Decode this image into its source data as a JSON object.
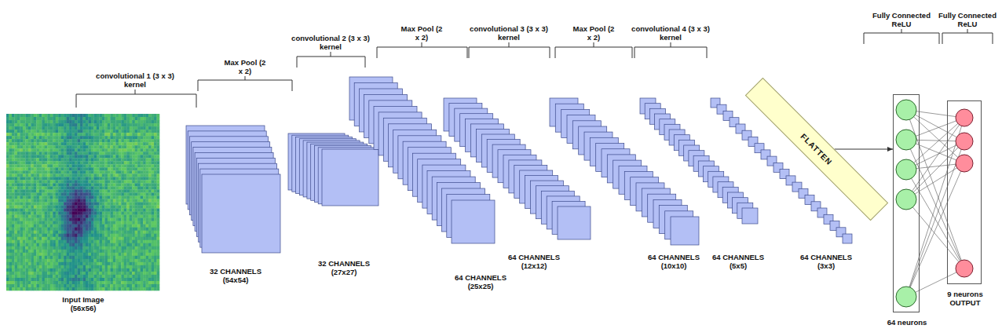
{
  "diagram": {
    "nodes": [
      {
        "text": [
          "FLATTEN"
        ]
      },
      {
        "text": [
          "64 neurons"
        ]
      },
      {
        "text": [
          "9 neurons OUTPUT"
        ]
      }
    ],
    "edges": [
      {
        "from": 0,
        "to": 1,
        "arrow": "to"
      }
    ],
    "labels": [
      "convolutional 1 (3 x 3) kernel",
      "Max Pool (2 x 2)",
      "convolutional 2 (3 x 3) kernel",
      "Max Pool (2 x 2)",
      "convolutional 3 (3 x 3) kernel",
      "Max Pool (2 x 2)",
      "convolutional 4 (3 x 3) kernel",
      "Fully Connected ReLU",
      "Fully Connected ReLU",
      "Input Image (56x56)",
      "32 CHANNELS (54x54)",
      "32 CHANNELS (27x27)",
      "64 CHANNELS (25x25)",
      "64 CHANNELS (12x12)",
      "64 CHANNELS (10x10)",
      "64 CHANNELS (5x5)",
      "64 CHANNELS (3x3)"
    ]
  }
}
